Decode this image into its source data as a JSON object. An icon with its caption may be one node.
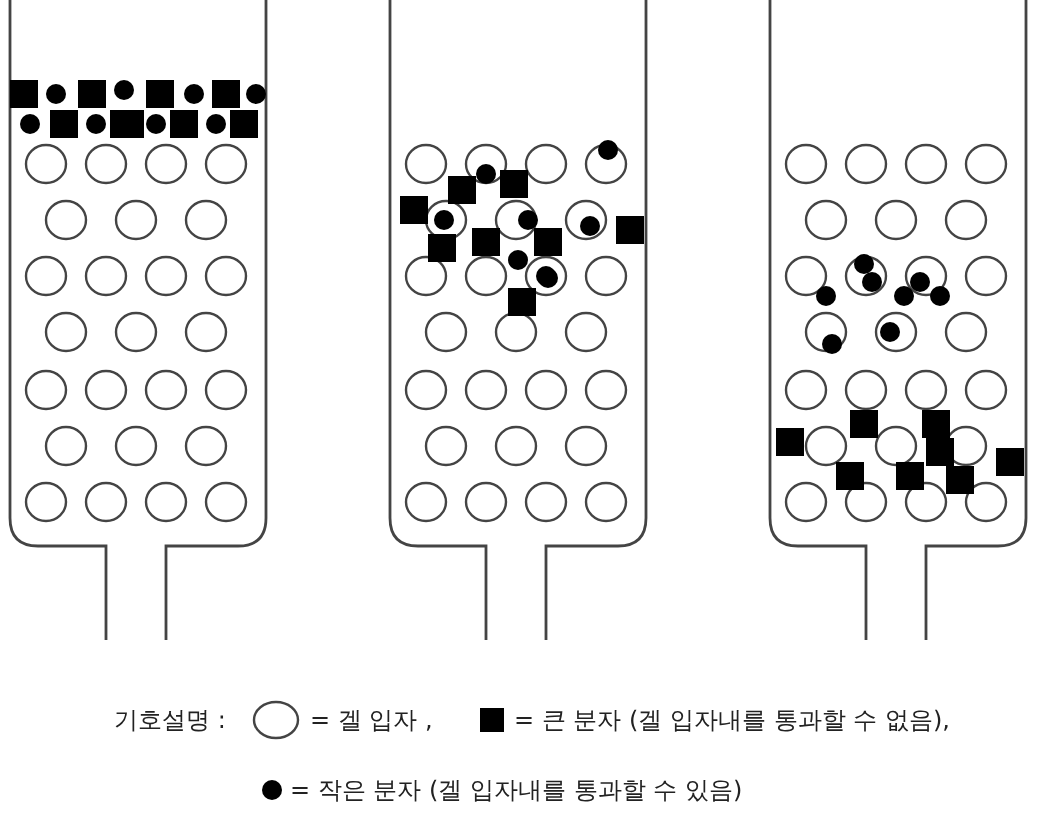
{
  "diagram": {
    "labels": [
      "기호설명 :"
    ],
    "legend": [
      {
        "text": "= 겔 입자 ,"
      },
      {
        "text": "= 큰 분자 (겔 입자내를 통과할 수 없음),"
      },
      {
        "text": "= 작은 분자 (겔 입자내를 통과할 수 있음)"
      }
    ]
  }
}
